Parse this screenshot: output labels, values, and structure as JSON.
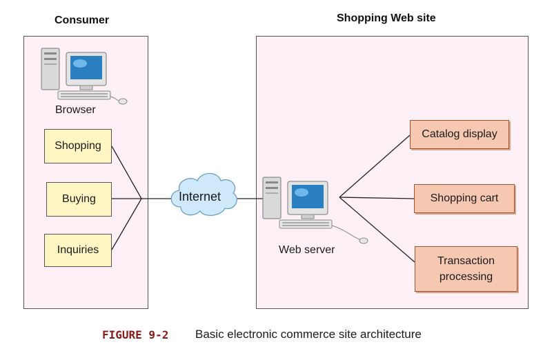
{
  "consumer": {
    "title": "Consumer",
    "computer_label": "Browser",
    "items": [
      "Shopping",
      "Buying",
      "Inquiries"
    ]
  },
  "network": {
    "label": "Internet"
  },
  "site": {
    "title": "Shopping Web site",
    "server_label": "Web server",
    "functions": [
      "Catalog display",
      "Shopping cart",
      "Transaction\nprocessing"
    ]
  },
  "caption": {
    "figure": "FIGURE 9-2",
    "text": "Basic electronic commerce site architecture"
  },
  "colors": {
    "panel": "#fdf0f6",
    "consumer_box": "#fdf6c3",
    "site_box": "#f6c8b1",
    "figure_label": "#8b1a1a",
    "screen": "#2a7fc0"
  },
  "icons": [
    "desktop-computer-icon",
    "cloud-icon"
  ]
}
